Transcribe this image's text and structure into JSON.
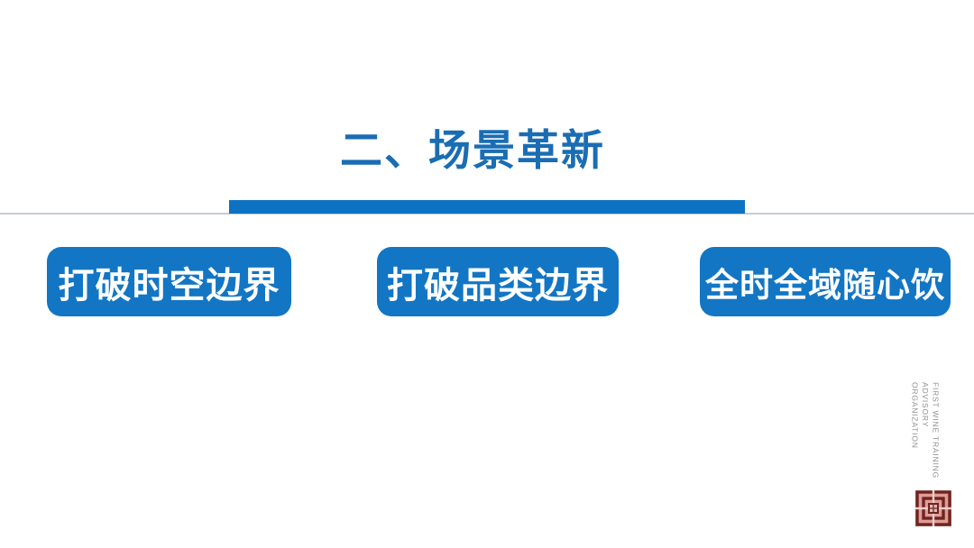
{
  "slide": {
    "title": "二、场景革新",
    "pills": [
      {
        "label": "打破时空边界"
      },
      {
        "label": "打破品类边界"
      },
      {
        "label": "全时全域随心饮"
      }
    ],
    "watermark": {
      "lines": [
        "FIRST WINE TRAINING",
        "ADVISORY",
        "ORGANIZATION"
      ]
    },
    "logo": "seal-logo",
    "colors": {
      "title_blue": "#1a6db3",
      "pill_blue": "#1276c4",
      "bar_blue": "#0e72c2",
      "divider_gray": "#c7ccd0",
      "watermark_gray": "#8f8f8f",
      "seal_dark": "#6e2420",
      "seal_light": "#e09c98"
    }
  }
}
